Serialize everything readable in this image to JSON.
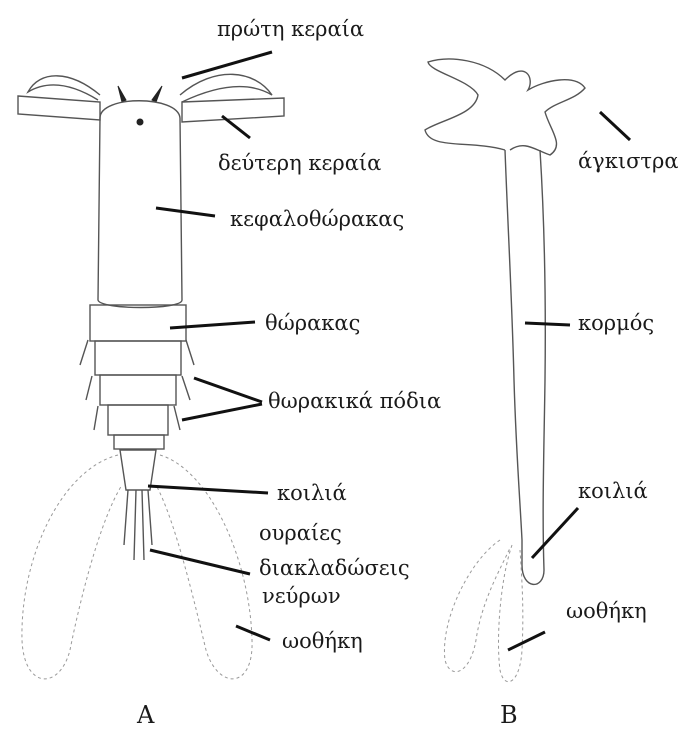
{
  "figure_a": {
    "caption": "A",
    "labels": {
      "first_antenna": "πρώτη κεραία",
      "second_antenna": "δεύτερη κεραία",
      "cephalothorax": "κεφαλοθώρακας",
      "thorax": "θώρακας",
      "thoracic_legs": "θωρακικά πόδια",
      "abdomen": "κοιλιά",
      "tail": "ουραίες",
      "nerve_branches_1": "διακλαδώσεις",
      "nerve_branches_2": "νεύρων",
      "egg_sac": "ωοθήκη"
    }
  },
  "figure_b": {
    "caption": "B",
    "labels": {
      "hooks": "άγκιστρα",
      "trunk": "κορμός",
      "abdomen": "κοιλιά",
      "egg_sac": "ωοθήκη"
    }
  }
}
